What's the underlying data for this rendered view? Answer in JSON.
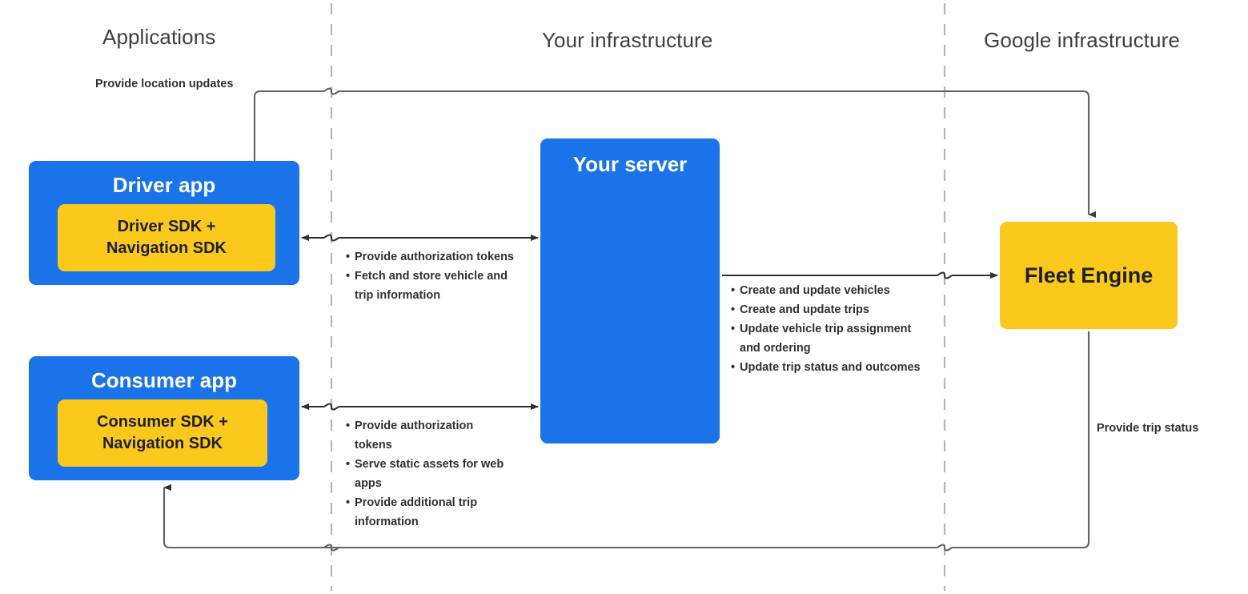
{
  "zones": [
    {
      "id": "applications",
      "label": "Applications"
    },
    {
      "id": "your-infrastructure",
      "label": "Your infrastructure"
    },
    {
      "id": "google-infrastructure",
      "label": "Google infrastructure"
    }
  ],
  "nodes": {
    "driver_app": {
      "title": "Driver app",
      "sdk_line1": "Driver SDK +",
      "sdk_line2": "Navigation SDK"
    },
    "consumer_app": {
      "title": "Consumer app",
      "sdk_line1": "Consumer SDK +",
      "sdk_line2": "Navigation SDK"
    },
    "your_server": {
      "title": "Your server"
    },
    "fleet_engine": {
      "title": "Fleet Engine"
    }
  },
  "edges": {
    "location_updates_label": "Provide location updates",
    "trip_status_label": "Provide trip status",
    "driver_server_bullets": [
      "Provide authorization tokens",
      "Fetch and store vehicle and trip information"
    ],
    "consumer_server_bullets": [
      "Provide authorization tokens",
      "Serve static assets for web apps",
      "Provide additional trip information"
    ],
    "server_fleet_bullets": [
      "Create and update vehicles",
      "Create and update trips",
      "Update vehicle trip assignment and ordering",
      "Update trip status and outcomes"
    ]
  },
  "colors": {
    "app_blue": "#1a73e8",
    "sdk_yellow": "#fbc91c",
    "text_dark": "#2e3134",
    "header_gray": "#3c4043",
    "divider_gray": "#b0b8bf",
    "wire_gray": "#5f6368"
  }
}
